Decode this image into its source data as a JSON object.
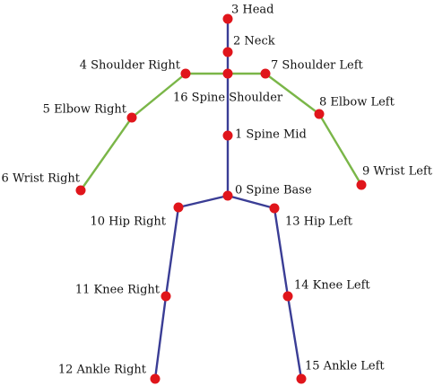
{
  "colors": {
    "joint": "#e0151b",
    "upper_limb": "#7ab648",
    "torso_leg": "#3a3d95",
    "label": "#111111"
  },
  "joints": [
    {
      "id": 0,
      "label": "0 Spine Base"
    },
    {
      "id": 1,
      "label": "1 Spine Mid"
    },
    {
      "id": 2,
      "label": "2 Neck"
    },
    {
      "id": 3,
      "label": "3 Head"
    },
    {
      "id": 4,
      "label": "4 Shoulder Right"
    },
    {
      "id": 5,
      "label": "5 Elbow Right"
    },
    {
      "id": 6,
      "label": "6 Wrist Right"
    },
    {
      "id": 7,
      "label": "7 Shoulder Left"
    },
    {
      "id": 8,
      "label": "8 Elbow Left"
    },
    {
      "id": 9,
      "label": "9 Wrist Left"
    },
    {
      "id": 10,
      "label": "10 Hip Right"
    },
    {
      "id": 11,
      "label": "11 Knee Right"
    },
    {
      "id": 12,
      "label": "12 Ankle Right"
    },
    {
      "id": 13,
      "label": "13 Hip Left"
    },
    {
      "id": 14,
      "label": "14 Knee Left"
    },
    {
      "id": 15,
      "label": "15 Ankle Left"
    },
    {
      "id": 16,
      "label": "16 Spine Shoulder"
    }
  ],
  "bones": [
    {
      "from": 3,
      "to": 2,
      "group": "torso_leg"
    },
    {
      "from": 2,
      "to": 16,
      "group": "torso_leg"
    },
    {
      "from": 16,
      "to": 1,
      "group": "torso_leg"
    },
    {
      "from": 1,
      "to": 0,
      "group": "torso_leg"
    },
    {
      "from": 0,
      "to": 10,
      "group": "torso_leg"
    },
    {
      "from": 0,
      "to": 13,
      "group": "torso_leg"
    },
    {
      "from": 10,
      "to": 11,
      "group": "torso_leg"
    },
    {
      "from": 11,
      "to": 12,
      "group": "torso_leg"
    },
    {
      "from": 13,
      "to": 14,
      "group": "torso_leg"
    },
    {
      "from": 14,
      "to": 15,
      "group": "torso_leg"
    },
    {
      "from": 16,
      "to": 4,
      "group": "upper_limb"
    },
    {
      "from": 16,
      "to": 7,
      "group": "upper_limb"
    },
    {
      "from": 4,
      "to": 5,
      "group": "upper_limb"
    },
    {
      "from": 5,
      "to": 6,
      "group": "upper_limb"
    },
    {
      "from": 7,
      "to": 8,
      "group": "upper_limb"
    },
    {
      "from": 8,
      "to": 9,
      "group": "upper_limb"
    }
  ]
}
